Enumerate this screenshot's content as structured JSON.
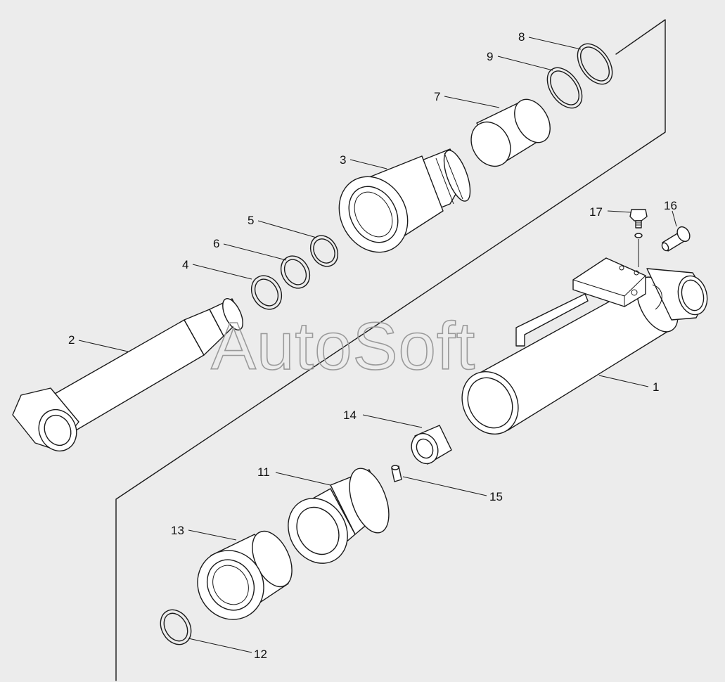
{
  "watermark": "AutoSoft",
  "callouts": [
    {
      "id": "c1",
      "text": "1"
    },
    {
      "id": "c2",
      "text": "2"
    },
    {
      "id": "c3",
      "text": "3"
    },
    {
      "id": "c4",
      "text": "4"
    },
    {
      "id": "c5",
      "text": "5"
    },
    {
      "id": "c6",
      "text": "6"
    },
    {
      "id": "c7",
      "text": "7"
    },
    {
      "id": "c8",
      "text": "8"
    },
    {
      "id": "c9",
      "text": "9"
    },
    {
      "id": "c11",
      "text": "11"
    },
    {
      "id": "c12",
      "text": "12"
    },
    {
      "id": "c13",
      "text": "13"
    },
    {
      "id": "c14",
      "text": "14"
    },
    {
      "id": "c15",
      "text": "15"
    },
    {
      "id": "c16",
      "text": "16"
    },
    {
      "id": "c17",
      "text": "17"
    }
  ],
  "colors": {
    "background": "#ececec",
    "line": "#1a1a1a",
    "part_fill": "#ffffff",
    "watermark": "#9a9a9a"
  }
}
